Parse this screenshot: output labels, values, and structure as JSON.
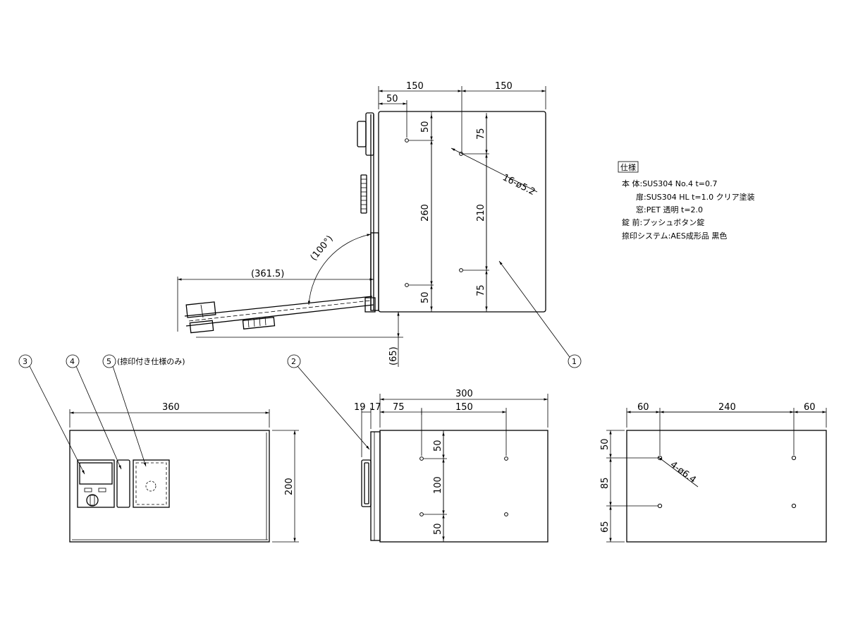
{
  "top_view": {
    "dim_150a": "150",
    "dim_150b": "150",
    "dim_50_top": "50",
    "dim_50_v1": "50",
    "dim_260": "260",
    "dim_50_v2": "50",
    "dim_75_a": "75",
    "dim_210": "210",
    "dim_75_b": "75",
    "holes_label": "16-ø5.2",
    "angle_label": "(100°)",
    "reach_label": "(361.5)",
    "drop_label": "(65)"
  },
  "spec": {
    "title": "仕様",
    "lines": [
      "本 体:SUS304 No.4 t=0.7",
      "扉:SUS304 HL t=1.0 クリア塗装",
      "窓:PET 透明 t=2.0",
      "錠 前:プッシュボタン錠",
      "捺印システム:AES成形品 黒色"
    ]
  },
  "balloons": {
    "b1": "1",
    "b2": "2",
    "b3": "3",
    "b4": "4",
    "b5": "5",
    "b5_note": "(捺印付き仕様のみ)"
  },
  "front_view": {
    "dim_360": "360",
    "dim_200": "200"
  },
  "side_view": {
    "dim_300": "300",
    "dim_19": "19",
    "dim_17": "17",
    "dim_75": "75",
    "dim_150": "150",
    "dim_50a": "50",
    "dim_100": "100",
    "dim_50b": "50"
  },
  "back_view": {
    "dim_60a": "60",
    "dim_240": "240",
    "dim_60b": "60",
    "dim_50": "50",
    "dim_85": "85",
    "dim_65": "65",
    "holes_label": "4-ø6.4"
  }
}
